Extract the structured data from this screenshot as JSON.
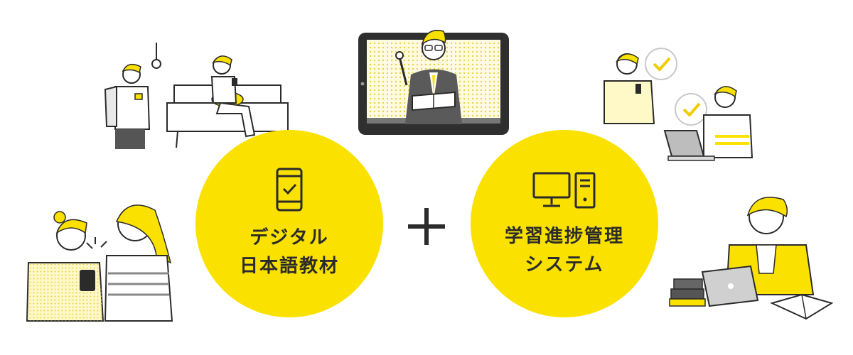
{
  "left_circle": {
    "icon": "smartphone-check-icon",
    "lines": [
      "デジタル",
      "日本語教材"
    ]
  },
  "right_circle": {
    "icon": "desktop-computer-icon",
    "lines": [
      "学習進捗管理",
      "システム"
    ]
  },
  "connector": {
    "icon": "plus-icon"
  },
  "colors": {
    "accent": "#fae100",
    "ink": "#2b2b2b",
    "dots": "#f3e58a"
  }
}
